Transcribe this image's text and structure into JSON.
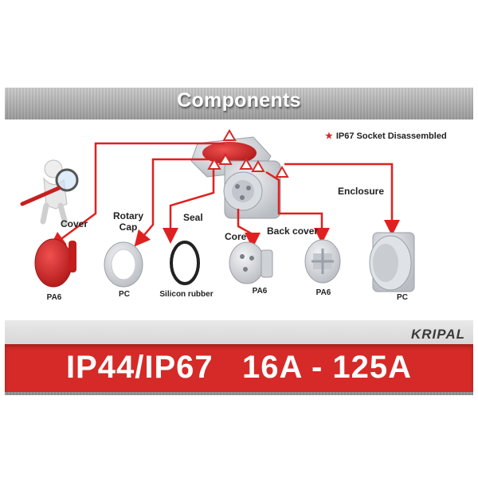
{
  "title": "Components",
  "legend": "IP67 Socket Disassembled",
  "components": [
    {
      "id": "cover",
      "label": "Cover",
      "material": "PA6"
    },
    {
      "id": "rotary-cap",
      "label": "Rotary Cap",
      "material": "PC"
    },
    {
      "id": "seal",
      "label": "Seal",
      "material": "Silicon rubber"
    },
    {
      "id": "core",
      "label": "Core",
      "material": "PA6"
    },
    {
      "id": "back-cover",
      "label": "Back cover",
      "material": "PA6"
    },
    {
      "id": "enclosure",
      "label": "Enclosure",
      "material": "PC"
    }
  ],
  "brand": "KRIPAL",
  "banner": {
    "rating": "IP44/IP67",
    "current": "16A - 125A"
  },
  "colors": {
    "accent": "#d52a27",
    "arrow": "#e02020",
    "banner": "#d52a27"
  }
}
